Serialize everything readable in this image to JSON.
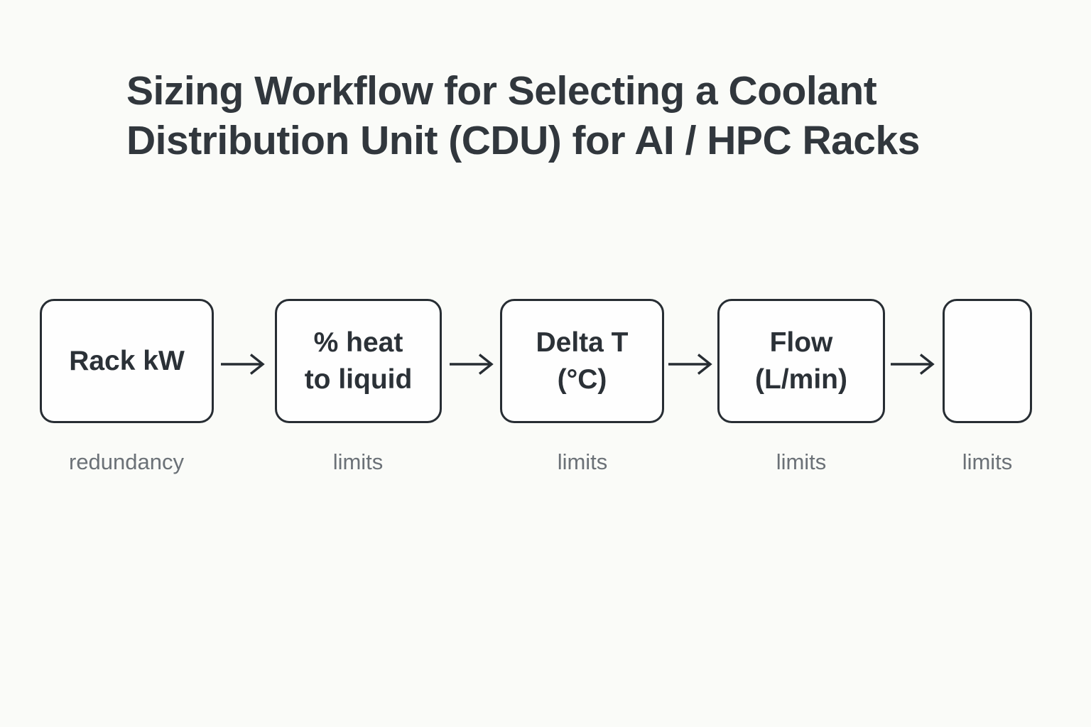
{
  "page": {
    "title_line1": "Sizing Workflow for Selecting a Coolant",
    "title_line2": "Distribution Unit (CDU) for AI / HPC Racks"
  },
  "flow": {
    "nodes": [
      {
        "lines": [
          "Rack kW"
        ],
        "caption": "redundancy"
      },
      {
        "lines": [
          "% heat",
          "to liquid"
        ],
        "caption": "limits"
      },
      {
        "lines": [
          "Delta T",
          "(°C)"
        ],
        "caption": "limits"
      },
      {
        "lines": [
          "Flow",
          "(L/min)"
        ],
        "caption": "limits"
      },
      {
        "lines": [],
        "caption": "limits"
      }
    ],
    "arrow_meaning": "right-arrow connector between steps"
  },
  "colors": {
    "background": "#fafbf8",
    "node_fill": "#fefefe",
    "node_border": "#272d33",
    "node_text": "#2b3137",
    "title_text": "#31373d",
    "caption_text": "#6b7177",
    "arrow": "#272d33"
  }
}
